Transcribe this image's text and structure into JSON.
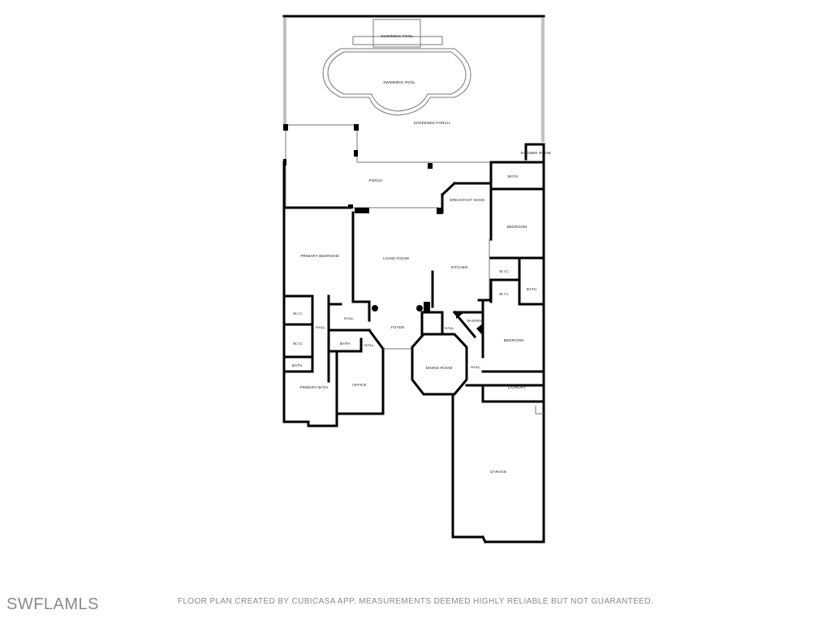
{
  "rooms": {
    "pool_top": "SWIMMING POOL",
    "pool_main": "SWIMMING POOL",
    "screened_porch": "SCREENED PORCH",
    "shower_room": "SHOWER ROOM",
    "porch": "PORCH",
    "bath_ne": "BATH",
    "breakfast_nook": "BREAKFAST NOOK",
    "bedroom_ne": "BEDROOM",
    "primary_bedroom": "PRIMARY BEDROOM",
    "living_room": "LIVING ROOM",
    "kitchen": "KITCHEN",
    "wic_e1": "W.I.C",
    "wic_e2": "W.I.C",
    "bath_e": "BATH",
    "wic_w1": "W.I.C",
    "wic_w2": "W.I.C",
    "hall_w": "HALL",
    "hall_entry": "HALL",
    "foyer": "FOYER",
    "hall_c": "HALL",
    "pantry": "PANTRY",
    "bedroom_e": "BEDROOM",
    "bath_c": "BATH",
    "hall_c2": "HALL",
    "bath_w": "BATH",
    "dining_room": "DINING ROOM",
    "hall_e": "HALL",
    "primary_bath": "PRIMARY BATH",
    "office": "OFFICE",
    "laundry": "LAUNDRY",
    "garage": "GARAGE"
  },
  "footer": {
    "watermark": "SWFLAMLS",
    "disclaimer": "FLOOR PLAN CREATED BY CUBICASA APP. MEASUREMENTS DEEMED HIGHLY RELIABLE BUT NOT GUARANTEED."
  }
}
